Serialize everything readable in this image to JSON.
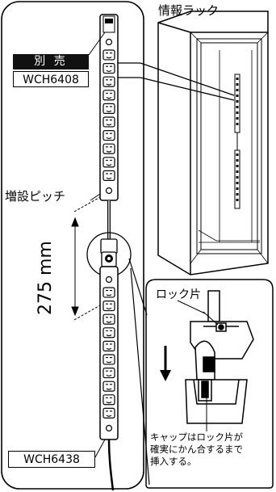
{
  "labels": {
    "rack": "情報ラック",
    "sold_separately": "別 売",
    "model_top": "WCH6408",
    "model_bottom": "WCH6438",
    "pitch_label": "増設ピッチ",
    "pitch_value": "275 mm",
    "lock_piece": "ロック片",
    "note_lines": [
      "キャップはロック片が",
      "確実にかん合するまで",
      "挿入する。"
    ]
  },
  "upper_strip": {
    "outlet_count": 10
  },
  "lower_strip": {
    "outlet_count": 10
  }
}
